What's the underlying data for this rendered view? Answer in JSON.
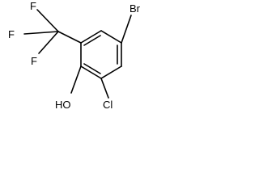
{
  "molecule": {
    "substituents": {
      "bromo": "Br",
      "chloro": "Cl",
      "hydroxy": "HO",
      "fluoro_1": "F",
      "fluoro_2": "F",
      "fluoro_3": "F"
    }
  },
  "colors": {
    "bond": "#000000",
    "label": "#000000",
    "background": "#ffffff"
  }
}
